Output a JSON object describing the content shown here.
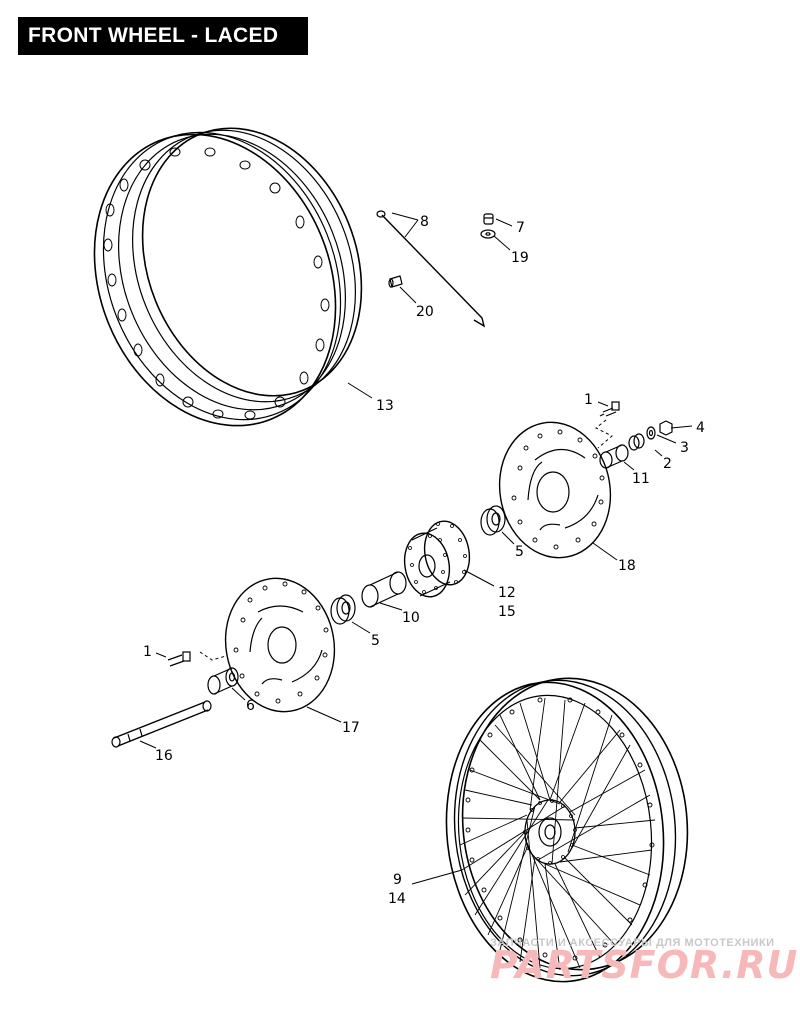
{
  "title": "FRONT WHEEL - LACED",
  "callouts": {
    "c1a": "1",
    "c1b": "1",
    "c2": "2",
    "c3": "3",
    "c4": "4",
    "c5a": "5",
    "c5b": "5",
    "c6": "6",
    "c7": "7",
    "c8": "8",
    "c9": "9",
    "c10": "10",
    "c11": "11",
    "c12": "12",
    "c13": "13",
    "c14": "14",
    "c15": "15",
    "c16": "16",
    "c17": "17",
    "c18": "18",
    "c19": "19",
    "c20": "20"
  },
  "watermark": {
    "tagline": "ЗАПЧАСТИ И АКСЕССУАРЫ ДЛЯ МОТОТЕХНИКИ",
    "brand": "PARTSFOR.RU",
    "colors": {
      "tagline": "#c8c8c8",
      "brand": "#f6b8b8"
    }
  }
}
